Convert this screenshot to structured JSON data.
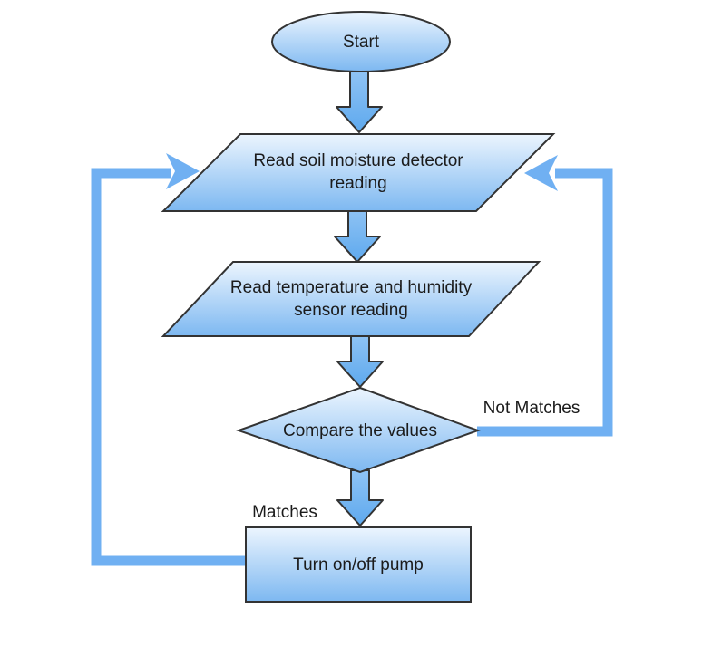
{
  "flowchart": {
    "nodes": {
      "start": {
        "label": "Start"
      },
      "read_soil": {
        "line1": "Read soil moisture detector",
        "line2": "reading"
      },
      "read_temp_humidity": {
        "line1": "Read temperature and humidity",
        "line2": "sensor reading"
      },
      "compare": {
        "label": "Compare the values"
      },
      "turn_pump": {
        "label": "Turn on/off pump"
      }
    },
    "edge_labels": {
      "not_matches": "Not Matches",
      "matches": "Matches"
    },
    "colors": {
      "node_fill_top": "#ecf5fe",
      "node_fill_bottom": "#7db8f1",
      "arrow_fill_top": "#8fc3f4",
      "arrow_fill_bottom": "#5ea9ee",
      "connector": "#70b0f2",
      "outline": "#333333",
      "text": "#1b1b1b",
      "background": "#ffffff"
    }
  }
}
